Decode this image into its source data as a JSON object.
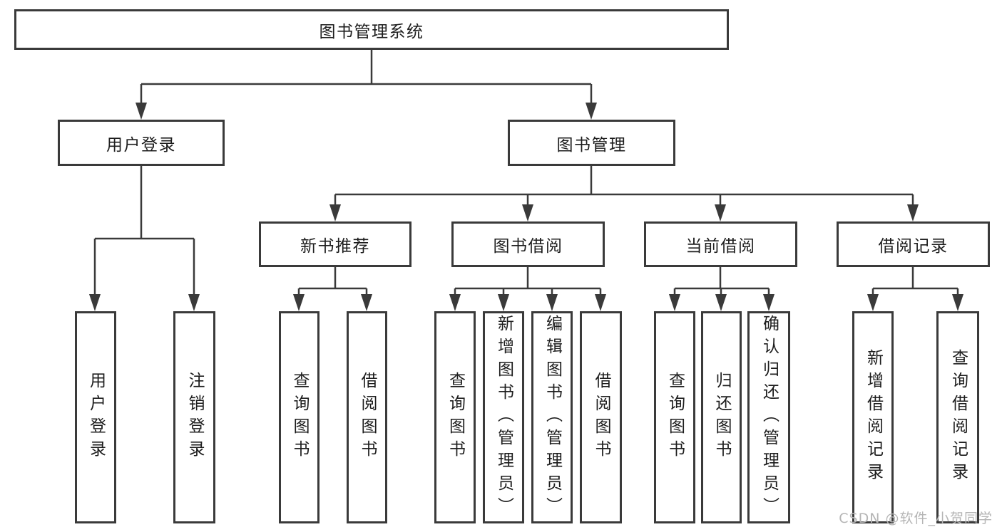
{
  "tree": {
    "label": "图书管理系统",
    "children": [
      {
        "label": "用户登录",
        "children": [
          {
            "label": "用户登录"
          },
          {
            "label": "注销登录"
          }
        ]
      },
      {
        "label": "图书管理",
        "children": [
          {
            "label": "新书推荐",
            "children": [
              {
                "label": "查询图书"
              },
              {
                "label": "借阅图书"
              }
            ]
          },
          {
            "label": "图书借阅",
            "children": [
              {
                "label": "查询图书"
              },
              {
                "label": "新增图书（管理员）"
              },
              {
                "label": "编辑图书（管理员）"
              },
              {
                "label": "借阅图书"
              }
            ]
          },
          {
            "label": "当前借阅",
            "children": [
              {
                "label": "查询图书"
              },
              {
                "label": "归还图书"
              },
              {
                "label": "确认归还（管理员）"
              }
            ]
          },
          {
            "label": "借阅记录",
            "children": [
              {
                "label": "新增借阅记录"
              },
              {
                "label": "查询借阅记录"
              }
            ]
          }
        ]
      }
    ]
  },
  "watermark": {
    "text": "CSDN @软件_小贺同学"
  },
  "colors": {
    "line": "#3a3a3a",
    "text": "#1d1d1d",
    "background": "#ffffff",
    "watermark": "#b5b5b5"
  }
}
